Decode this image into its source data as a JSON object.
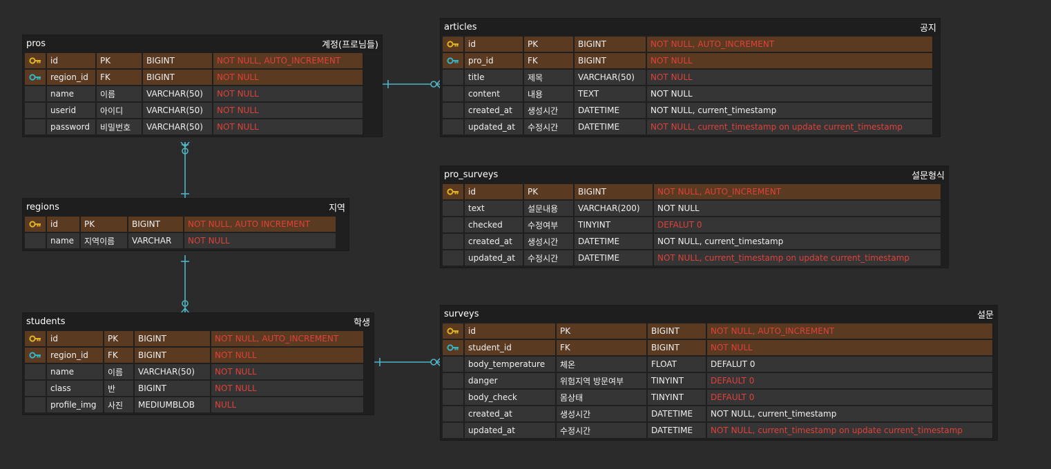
{
  "colors": {
    "pk_key": "#e2b324",
    "fk_key": "#33b5c8",
    "link": "#4fb6c8",
    "constraint_red": "#e0413a",
    "key_row": "#5b3a22",
    "row": "#353535"
  },
  "tables": [
    {
      "id": "pros",
      "name": "pros",
      "label": "계정(프로님들)",
      "rows": [
        {
          "icon": "pk",
          "cells": [
            "id",
            "PK",
            "BIGINT",
            "NOT NULL, AUTO_INCREMENT"
          ],
          "red": true
        },
        {
          "icon": "fk",
          "cells": [
            "region_id",
            "FK",
            "BIGINT",
            "NOT NULL"
          ],
          "red": true
        },
        {
          "icon": "",
          "cells": [
            "name",
            "이름",
            "VARCHAR(50)",
            "NOT NULL"
          ],
          "red": true
        },
        {
          "icon": "",
          "cells": [
            "userid",
            "아이디",
            "VARCHAR(50)",
            "NOT NULL"
          ],
          "red": true
        },
        {
          "icon": "",
          "cells": [
            "password",
            "비밀번호",
            "VARCHAR(50)",
            "NOT NULL"
          ],
          "red": true
        }
      ]
    },
    {
      "id": "regions",
      "name": "regions",
      "label": "지역",
      "rows": [
        {
          "icon": "pk",
          "cells": [
            "id",
            "PK",
            "BIGINT",
            "NOT NULL, AUTO INCREMENT"
          ],
          "red": true
        },
        {
          "icon": "",
          "cells": [
            "name",
            "지역이름",
            "VARCHAR",
            "NOT NULL"
          ],
          "red": true
        }
      ]
    },
    {
      "id": "students",
      "name": "students",
      "label": "학생",
      "rows": [
        {
          "icon": "pk",
          "cells": [
            "id",
            "PK",
            "BIGINT",
            "NOT NULL, AUTO_INCREMENT"
          ],
          "red": true
        },
        {
          "icon": "fk",
          "cells": [
            "region_id",
            "FK",
            "BIGINT",
            "NOT NULL"
          ],
          "red": true
        },
        {
          "icon": "",
          "cells": [
            "name",
            "이름",
            "VARCHAR(50)",
            "NOT NULL"
          ],
          "red": true
        },
        {
          "icon": "",
          "cells": [
            "class",
            "반",
            "BIGINT",
            "NOT NULL"
          ],
          "red": true
        },
        {
          "icon": "",
          "cells": [
            "profile_img",
            "사진",
            "MEDIUMBLOB",
            "NULL"
          ],
          "red": true
        }
      ]
    },
    {
      "id": "articles",
      "name": "articles",
      "label": "공지",
      "rows": [
        {
          "icon": "pk",
          "cells": [
            "id",
            "PK",
            "BIGINT",
            "NOT NULL, AUTO_INCREMENT"
          ],
          "red": true
        },
        {
          "icon": "fk",
          "cells": [
            "pro_id",
            "FK",
            "BIGINT",
            "NOT NULL"
          ],
          "red": true
        },
        {
          "icon": "",
          "cells": [
            "title",
            "제목",
            "VARCHAR(50)",
            "NOT NULL"
          ],
          "red": true
        },
        {
          "icon": "",
          "cells": [
            "content",
            "내용",
            "TEXT",
            "NOT NULL"
          ],
          "red": false
        },
        {
          "icon": "",
          "cells": [
            "created_at",
            "생성시간",
            "DATETIME",
            "NOT NULL, current_timestamp"
          ],
          "red": false
        },
        {
          "icon": "",
          "cells": [
            "updated_at",
            "수정시간",
            "DATETIME",
            "NOT NULL, current_timestamp on update current_timestamp"
          ],
          "red": true
        }
      ]
    },
    {
      "id": "pro_surveys",
      "name": "pro_surveys",
      "label": "설문형식",
      "rows": [
        {
          "icon": "pk",
          "cells": [
            "id",
            "PK",
            "BIGINT",
            "NOT NULL, AUTO_INCREMENT"
          ],
          "red": true
        },
        {
          "icon": "",
          "cells": [
            "text",
            "설문내용",
            "VARCHAR(200)",
            "NOT NULL"
          ],
          "red": false
        },
        {
          "icon": "",
          "cells": [
            "checked",
            "수정여부",
            "TINYINT",
            "DEFALUT 0"
          ],
          "red": true
        },
        {
          "icon": "",
          "cells": [
            "created_at",
            "생성시간",
            "DATETIME",
            "NOT NULL, current_timestamp"
          ],
          "red": false
        },
        {
          "icon": "",
          "cells": [
            "updated_at",
            "수정시간",
            "DATETIME",
            "NOT NULL, current_timestamp on update current_timestamp"
          ],
          "red": true
        }
      ]
    },
    {
      "id": "surveys",
      "name": "surveys",
      "label": "설문",
      "rows": [
        {
          "icon": "pk",
          "cells": [
            "id",
            "PK",
            "BIGINT",
            "NOT NULL, AUTO_INCREMENT"
          ],
          "red": true
        },
        {
          "icon": "fk",
          "cells": [
            "student_id",
            "FK",
            "BIGINT",
            "NOT NULL"
          ],
          "red": true
        },
        {
          "icon": "",
          "cells": [
            "body_temperature",
            "체온",
            "FLOAT",
            "DEFALUT 0"
          ],
          "red": false
        },
        {
          "icon": "",
          "cells": [
            "danger",
            "위험지역 방문여부",
            "TINYINT",
            "DEFAULT 0"
          ],
          "red": true
        },
        {
          "icon": "",
          "cells": [
            "body_check",
            "몸상태",
            "TINYINT",
            "DEFAULT 0"
          ],
          "red": true
        },
        {
          "icon": "",
          "cells": [
            "created_at",
            "생성시간",
            "DATETIME",
            "NOT NULL, current_timestamp"
          ],
          "red": false
        },
        {
          "icon": "",
          "cells": [
            "updated_at",
            "수정시간",
            "DATETIME",
            "NOT NULL, current_timestamp on update current_timestamp"
          ],
          "red": true
        }
      ]
    }
  ]
}
